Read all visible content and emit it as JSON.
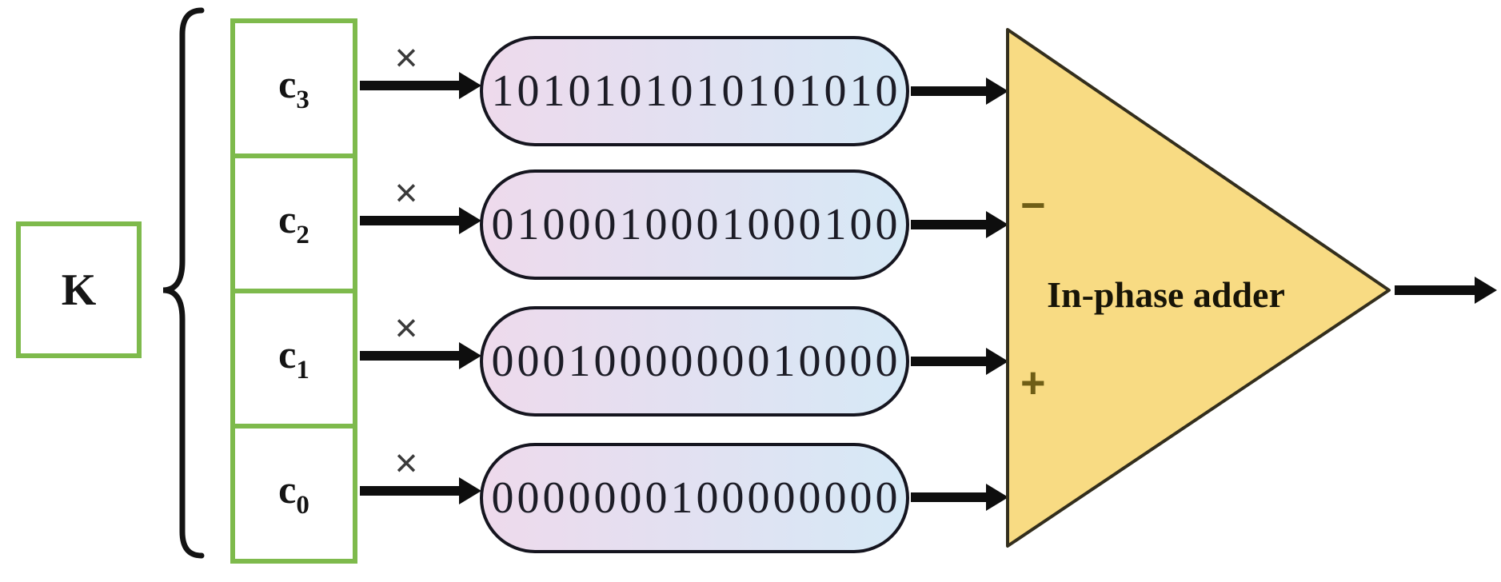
{
  "diagram": {
    "key_label": "K",
    "multiply_symbol": "×",
    "rows": [
      {
        "coeff_base": "c",
        "coeff_sub": "3",
        "code": "1010101010101010"
      },
      {
        "coeff_base": "c",
        "coeff_sub": "2",
        "code": "0100010001000100"
      },
      {
        "coeff_base": "c",
        "coeff_sub": "1",
        "code": "0001000000010000"
      },
      {
        "coeff_base": "c",
        "coeff_sub": "0",
        "code": "0000000100000000"
      }
    ],
    "adder": {
      "label": "In-phase adder",
      "minus_sign": "−",
      "plus_sign": "+"
    },
    "colors": {
      "box_border_green": "#7eba4c",
      "pill_gradient_left": "#eedaec",
      "pill_gradient_right": "#d6e9f6",
      "pill_border": "#15151f",
      "triangle_fill": "#f8db83",
      "triangle_border": "#332e1d",
      "sign_color": "#6f5e16",
      "arrow_color": "#0e0e0e"
    }
  }
}
